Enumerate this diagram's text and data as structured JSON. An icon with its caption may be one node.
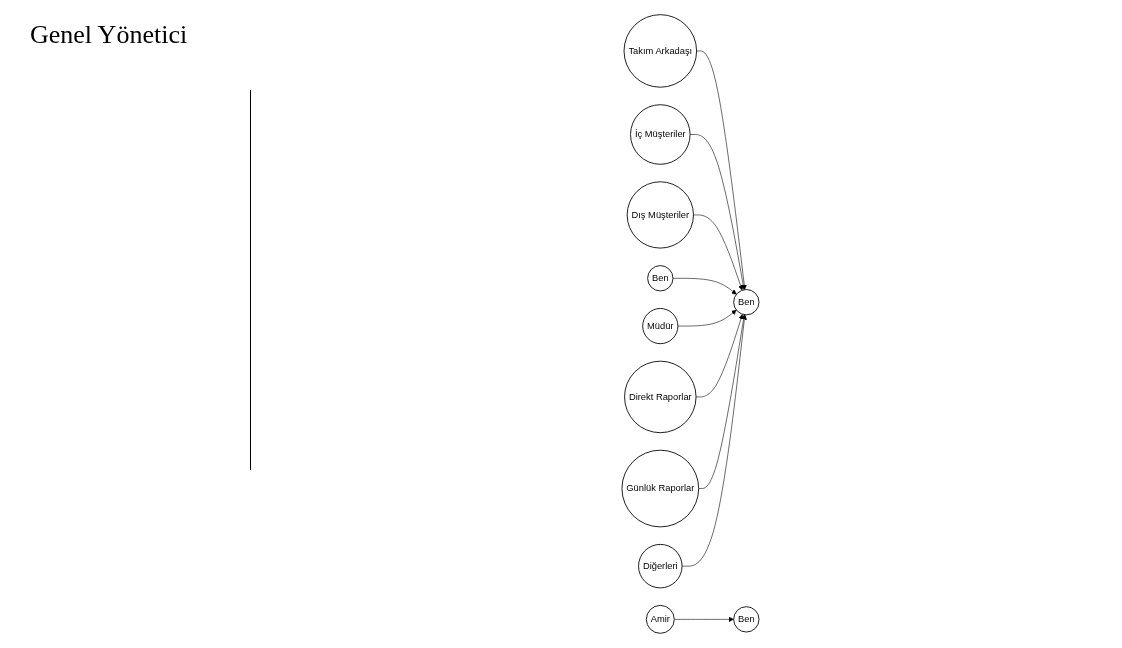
{
  "diagram": {
    "nodes": [
      {
        "text": [
          "Takım Arkadaşı"
        ]
      },
      {
        "text": [
          "İç Müşteriler"
        ]
      },
      {
        "text": [
          "Dış Müşteriler"
        ]
      },
      {
        "text": [
          "Amir"
        ]
      },
      {
        "text": [
          "Ben"
        ]
      },
      {
        "text": [
          "Ben"
        ]
      },
      {
        "text": [
          "Ben"
        ]
      },
      {
        "text": [
          "Müdür"
        ]
      },
      {
        "text": [
          "Direkt Raporlar"
        ]
      },
      {
        "text": [
          "Günlük Raporlar"
        ]
      },
      {
        "text": [
          "Diğerleri"
        ]
      }
    ],
    "edges": [
      {
        "from": 3,
        "to": 4,
        "arrow": "to"
      },
      {
        "from": 0,
        "to": 6,
        "arrow": "to"
      },
      {
        "from": 1,
        "to": 6,
        "arrow": "to"
      },
      {
        "from": 2,
        "to": 6,
        "arrow": "to"
      },
      {
        "from": 5,
        "to": 6,
        "arrow": "to"
      },
      {
        "from": 7,
        "to": 6,
        "arrow": "to"
      },
      {
        "from": 8,
        "to": 6,
        "arrow": "to"
      },
      {
        "from": 9,
        "to": 6,
        "arrow": "to"
      },
      {
        "from": 10,
        "to": 6,
        "arrow": "to"
      }
    ],
    "labels": [
      "Genel Yönetici"
    ]
  }
}
